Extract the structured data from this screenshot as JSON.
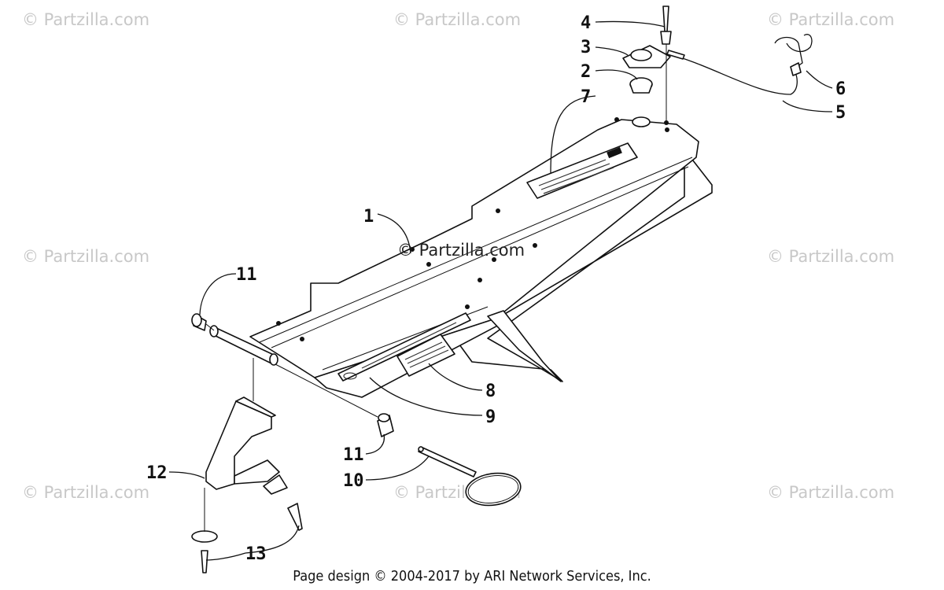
{
  "watermark_text": "© Partzilla.com",
  "center_watermark": "© Partzilla.com",
  "footer": "Page design © 2004-2017 by ARI Network Services, Inc.",
  "callouts": [
    {
      "id": "c1",
      "label": "1"
    },
    {
      "id": "c2",
      "label": "2"
    },
    {
      "id": "c3",
      "label": "3"
    },
    {
      "id": "c4",
      "label": "4"
    },
    {
      "id": "c5",
      "label": "5"
    },
    {
      "id": "c6",
      "label": "6"
    },
    {
      "id": "c7",
      "label": "7"
    },
    {
      "id": "c8",
      "label": "8"
    },
    {
      "id": "c9",
      "label": "9"
    },
    {
      "id": "c10",
      "label": "10"
    },
    {
      "id": "c11a",
      "label": "11"
    },
    {
      "id": "c11b",
      "label": "11"
    },
    {
      "id": "c12",
      "label": "12"
    },
    {
      "id": "c13",
      "label": "13"
    }
  ],
  "colors": {
    "line": "#111111",
    "watermark": "#c8c8c8"
  }
}
